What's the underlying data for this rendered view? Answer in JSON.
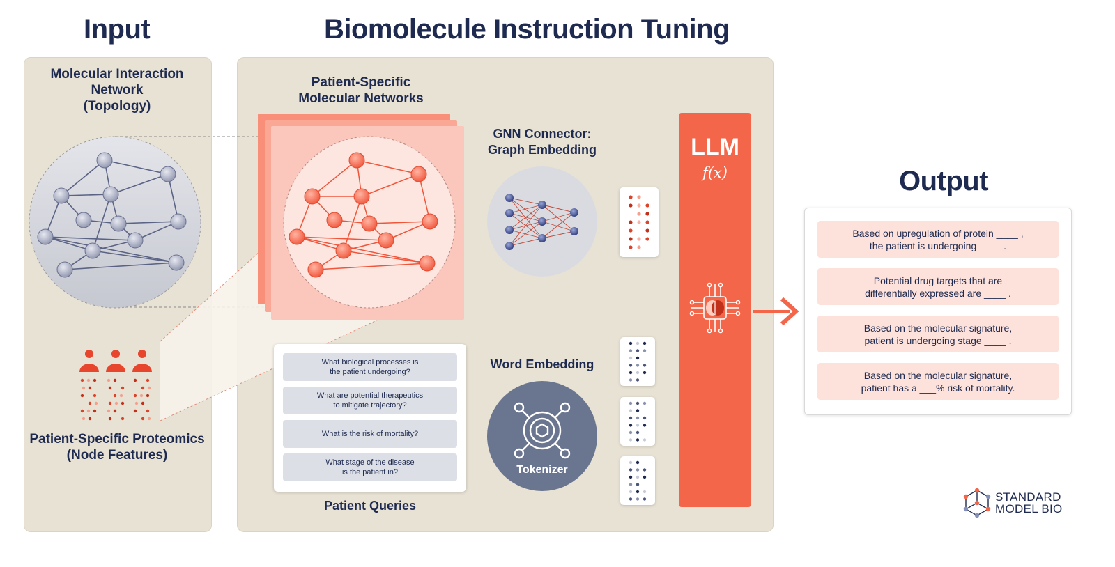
{
  "headings": {
    "input": "Input",
    "main": "Biomolecule Instruction Tuning",
    "output": "Output"
  },
  "input_panel": {
    "network_label": [
      "Molecular Interaction",
      "Network",
      "(Topology)"
    ],
    "proteomics_label": [
      "Patient-Specific Proteomics",
      "(Node Features)"
    ]
  },
  "main_panel": {
    "patient_networks_label": [
      "Patient-Specific",
      "Molecular Networks"
    ],
    "gnn_label": [
      "GNN Connector:",
      "Graph Embedding"
    ],
    "word_embedding_label": "Word Embedding",
    "tokenizer_label": "Tokenizer",
    "queries_label": "Patient Queries",
    "queries": [
      [
        "What biological processes is",
        "the patient undergoing?"
      ],
      [
        "What are potential therapeutics",
        "to mitigate trajectory?"
      ],
      [
        "What is the risk of mortality?"
      ],
      [
        "What stage of the disease",
        "is the patient in?"
      ]
    ]
  },
  "llm": {
    "title": "LLM",
    "formula": "f(x)"
  },
  "outputs": [
    [
      "Based on upregulation of protein ____ ,",
      "the patient is undergoing ____ ."
    ],
    [
      "Potential drug targets that are",
      "differentially expressed are ____ ."
    ],
    [
      "Based on the molecular signature,",
      "patient is undergoing stage ____ ."
    ],
    [
      "Based on the molecular signature,",
      "patient has a ___% risk of mortality."
    ]
  ],
  "brand": [
    "STANDARD",
    "MODEL BIO"
  ],
  "colors": {
    "navy": "#1e2a4f",
    "panel": "#e8e2d5",
    "accent": "#f4664a",
    "accent_light": "#fde2dc",
    "gray_node": "#a9adc2"
  },
  "icons": {
    "llm_chip": "brain-chip-icon",
    "tokenizer": "tokenizer-hex-icon",
    "arrow": "arrow-right-icon",
    "patients": "person-icon"
  }
}
